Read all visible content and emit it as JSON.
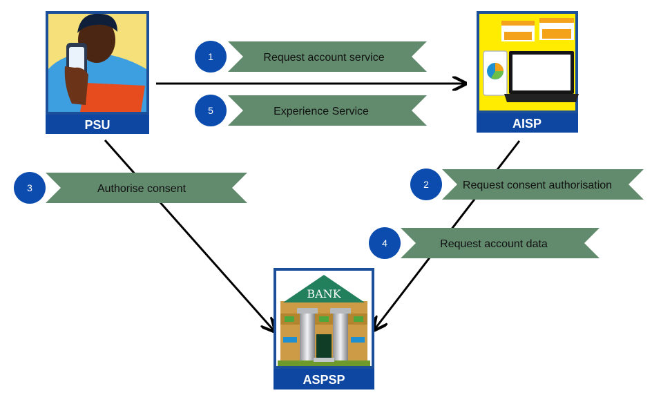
{
  "actors": {
    "psu": {
      "label": "PSU"
    },
    "aisp": {
      "label": "AISP"
    },
    "aspsp": {
      "label": "ASPSP",
      "sign": "BANK"
    }
  },
  "steps": [
    {
      "number": "1",
      "label": "Request account service"
    },
    {
      "number": "5",
      "label": "Experience Service"
    },
    {
      "number": "3",
      "label": "Authorise consent"
    },
    {
      "number": "2",
      "label": "Request consent authorisation"
    },
    {
      "number": "4",
      "label": "Request account data"
    }
  ],
  "colors": {
    "circle": "#0b4cae",
    "ribbon": "#628a6d",
    "label_bar": "#0d47a1",
    "arrow": "#000000"
  }
}
